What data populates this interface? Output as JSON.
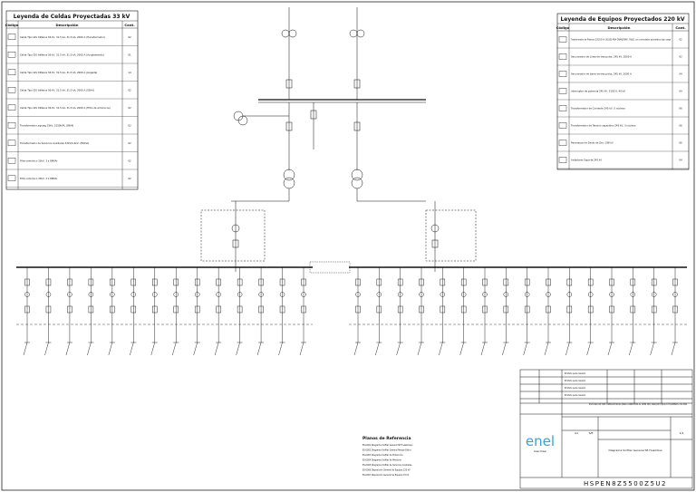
{
  "legend_left": {
    "title": "Leyenda de Celdas Proyectadas 33 kV",
    "col_code": "Código",
    "col_desc": "Descripción",
    "col_qty": "Cant.",
    "rows": [
      {
        "desc": "Celda Tipo GIS trifásica 36 kV, 31.5 kA, 31.5 kA, 2000 A (Transformador)",
        "qty": "02"
      },
      {
        "desc": "Celda Tipo GIS trifásica 36 kV, 31.5 kA, 31.5 kA, 2000 A (Acoplamiento)",
        "qty": "01"
      },
      {
        "desc": "Celda Tipo GIS trifásica 36 kV, 31.5 kA, 31.5 kA, 2000 A (Llegada)",
        "qty": "14"
      },
      {
        "desc": "Celda Tipo GIS trifásica 36 kV, 31.5 kA, 31.5 kA, 2000 A (SSAA)",
        "qty": "02"
      },
      {
        "desc": "Celda Tipo GIS trifásica 36 kV, 31.5 kA, 31.5 kA, 2000 A (Filtro de armónicos)",
        "qty": "02"
      },
      {
        "desc": "Transformador zig-zag 33kV, 3150kVA, ONAN",
        "qty": "02"
      },
      {
        "desc": "Transformador de Servicios Auxiliares 33kV/0.4kV, 250kVA",
        "qty": "02"
      },
      {
        "desc": "Filtro armónico 33kV, 3 x 8MVAr",
        "qty": "02"
      },
      {
        "desc": "Filtro armónico 33kV, 3 x 8MVAr",
        "qty": "02"
      }
    ]
  },
  "legend_right": {
    "title": "Leyenda de Equipos Proyectados 220 kV",
    "col_code": "Código",
    "col_desc": "Descripción",
    "col_qty": "Cant.",
    "rows": [
      {
        "desc": "Transformador de Potencia 220/33 kV, 80/100 MVA ONAN/ONAF, YNd11 con conmutador automático bajo carga",
        "qty": "02"
      },
      {
        "desc": "Seccionador de Línea de tres polos, 245 kV, 2000 A",
        "qty": "02"
      },
      {
        "desc": "Seccionador de barra de tres polos, 245 kV, 2000 A",
        "qty": "04"
      },
      {
        "desc": "Interruptor de potencia 245 kV, 3150 A, 40 kA",
        "qty": "04"
      },
      {
        "desc": "Transformador de Corriente 245 kV, 5 núcleos",
        "qty": "06"
      },
      {
        "desc": "Transformador de Tensión capacitivo 245 kV, 3 núcleos",
        "qty": "06"
      },
      {
        "desc": "Pararrayos de Óxido de Zinc 198 kV",
        "qty": "06"
      },
      {
        "desc": "Aisladores Soporte 245 kV",
        "qty": "04"
      }
    ]
  },
  "notes": {
    "title": "Planos de Referencia",
    "items": [
      "ES-0001 Diagrama Unifilar General SE Huasamayo",
      "ES-0002 Diagrama Unifilar General Parque Eólico",
      "ES-0003 Diagrama Unifilar de Protección",
      "ES-0004 Diagrama Unifilar de Medición",
      "ES-0005 Diagrama Unifilar de Servicios Auxiliares",
      "ES-0006 Disposición General de Equipos 220 kV",
      "ES-0007 Disposición General de Equipos 33 kV"
    ]
  },
  "title_block": {
    "rev_rows": [
      "Emitido para revisión",
      "Emitido para revisión",
      "Emitido para revisión",
      "Emitido para revisión"
    ],
    "project": "ESTUDIO DE PRE OPERATIVIDAD PARA CONEXIÓN AL SEIN DEL PARQUE EÓLICO HUAMBOS 220 MW",
    "brand": "enel",
    "brand_sub": "Green Power",
    "drawing_title": "Diagrama Unifilar General SE Huambos",
    "scale": "S/E",
    "sheet": "1/1",
    "number": "HSPEN8Z5500Z5U2",
    "size": "A1"
  }
}
